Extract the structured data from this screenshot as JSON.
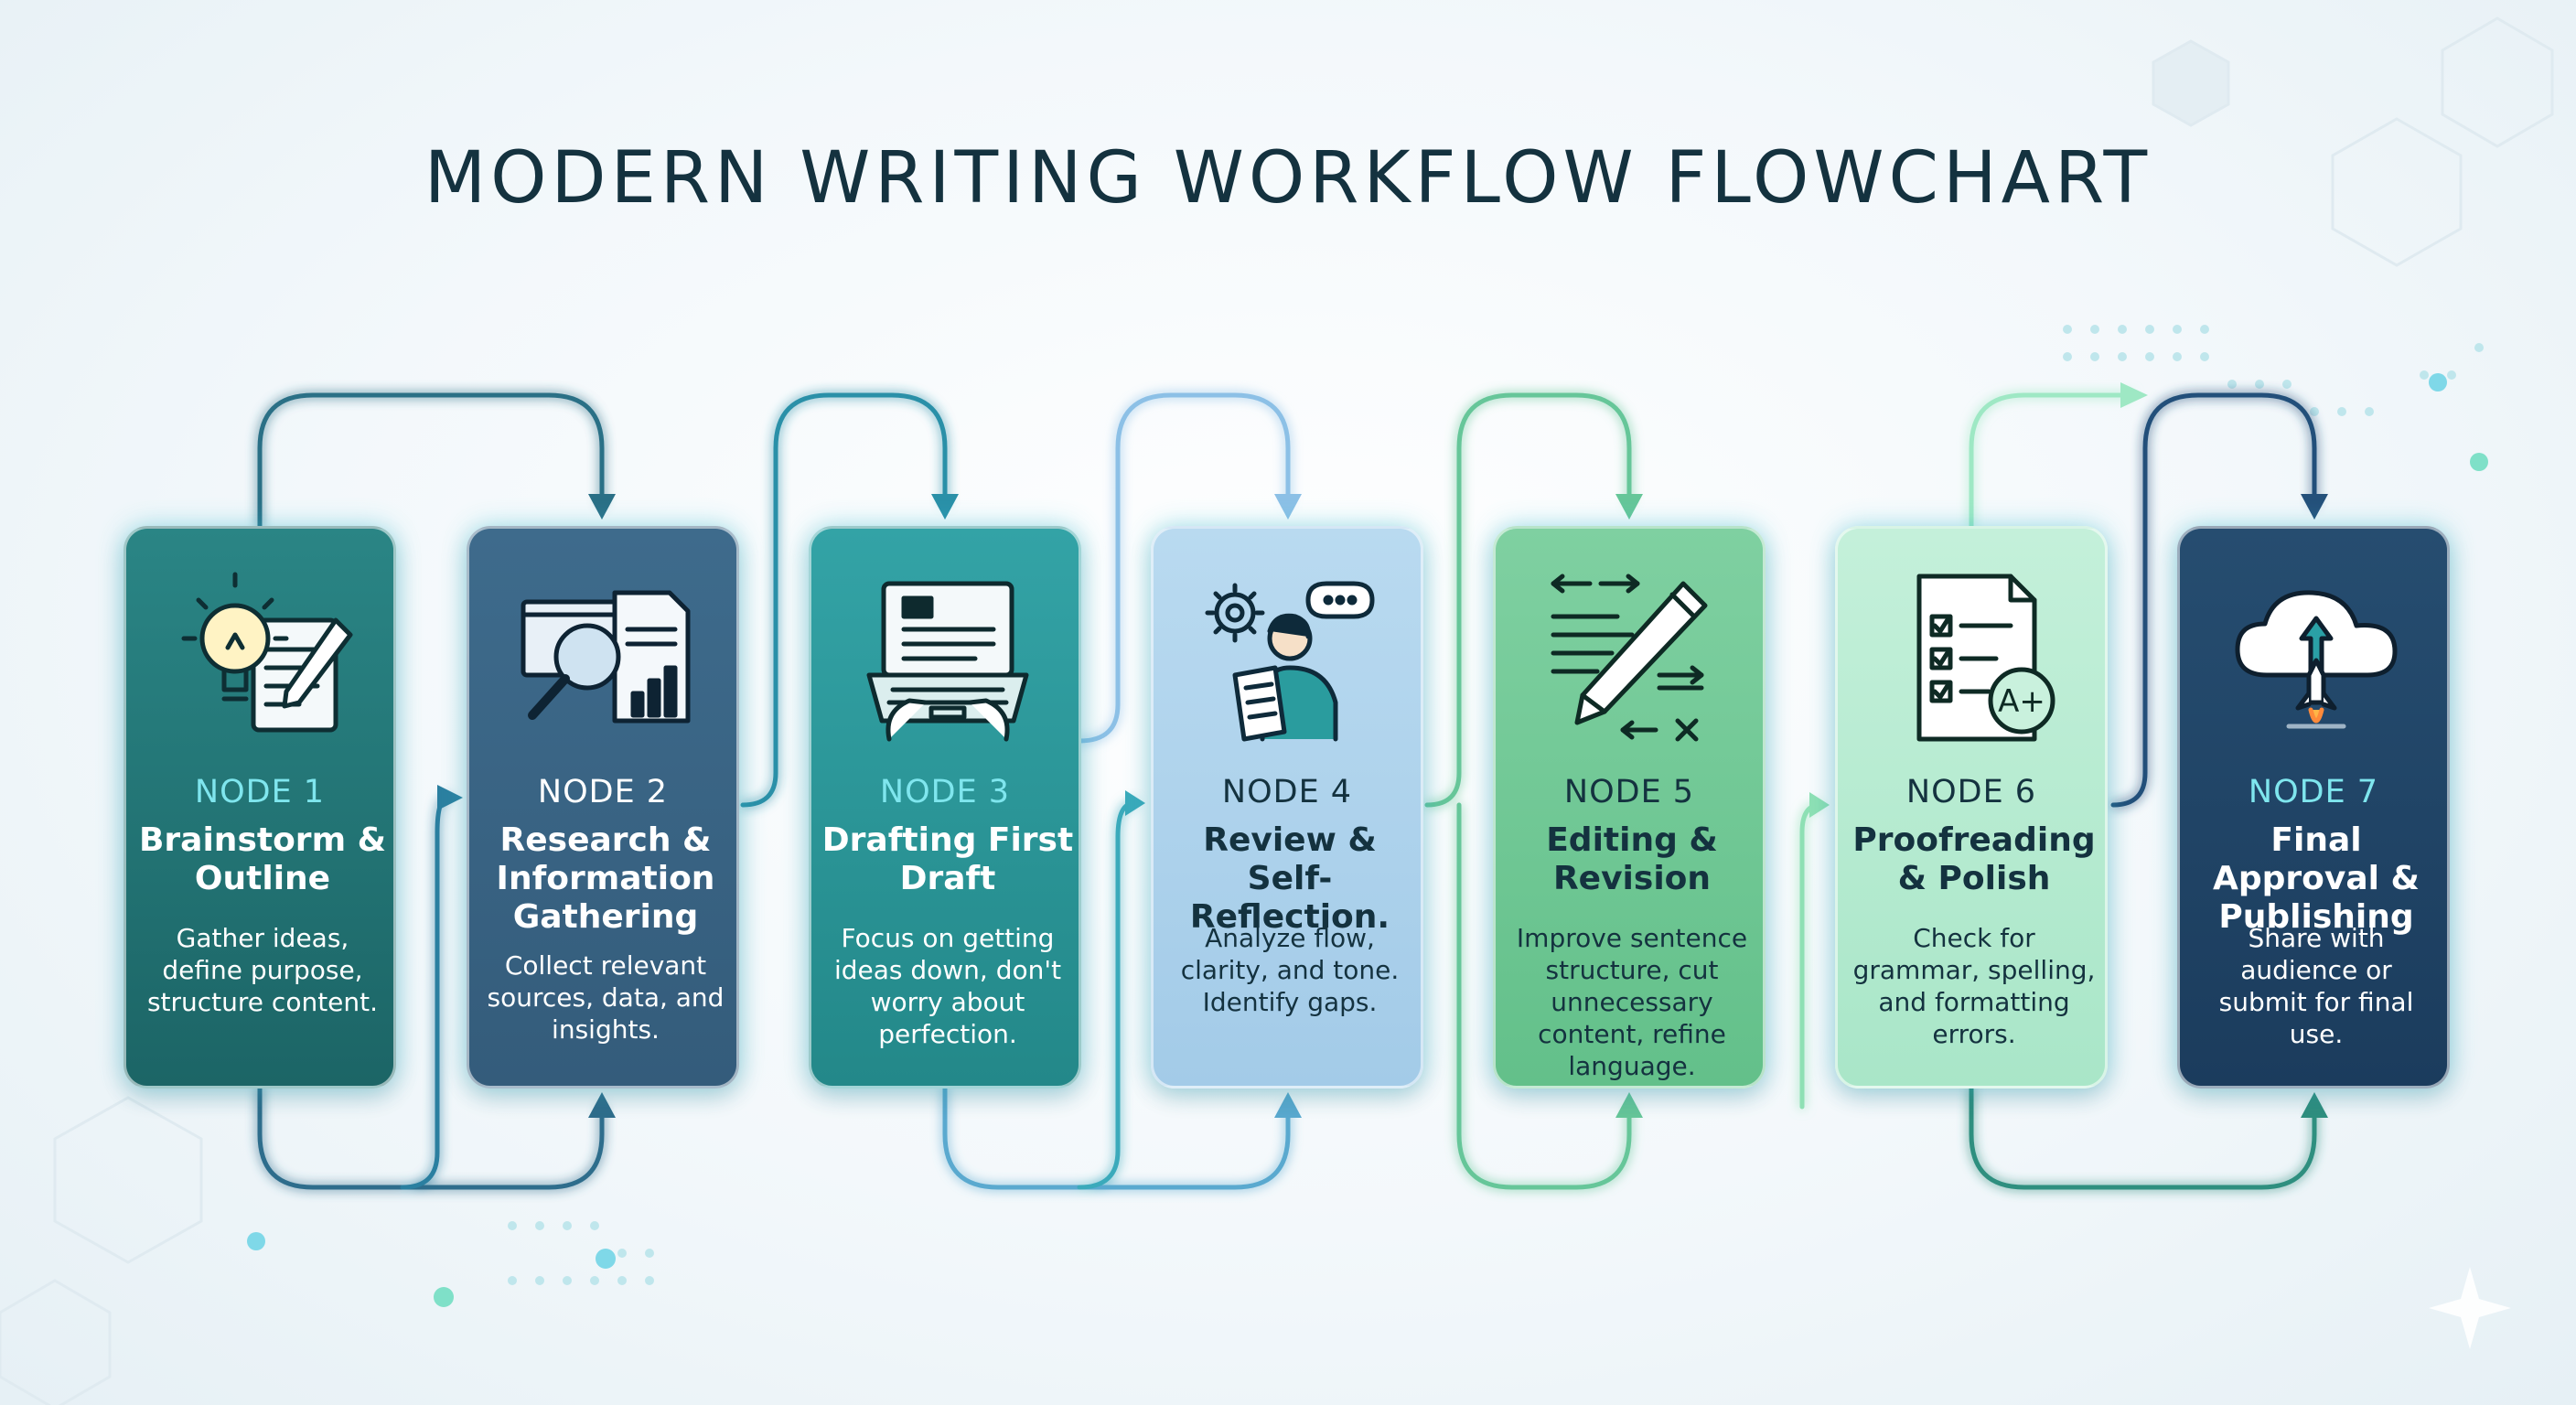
{
  "title": "MODERN WRITING WORKFLOW FLOWCHART",
  "nodes": [
    {
      "number": "NODE 1",
      "title": "Brainstorm & Outline",
      "description": "Gather ideas, define purpose, structure content.",
      "icon": "lightbulb-notepad-icon"
    },
    {
      "number": "NODE 2",
      "title": "Research & Information Gathering",
      "description": "Collect relevant sources, data, and insights.",
      "icon": "magnifier-documents-icon"
    },
    {
      "number": "NODE 3",
      "title": "Drafting First Draft",
      "description": "Focus on getting ideas down, don't worry about perfection.",
      "icon": "laptop-typing-icon"
    },
    {
      "number": "NODE 4",
      "title": "Review & Self-Reflection.",
      "description": "Analyze flow, clarity, and tone. Identify gaps.",
      "icon": "person-reading-icon"
    },
    {
      "number": "NODE 5",
      "title": "Editing & Revision",
      "description": "Improve sentence structure, cut unnecessary content, refine language.",
      "icon": "pencil-edit-icon"
    },
    {
      "number": "NODE 6",
      "title": "Proofreading & Polish",
      "description": "Check for grammar, spelling, and formatting errors.",
      "icon": "checklist-grade-icon"
    },
    {
      "number": "NODE 7",
      "title": "Final Approval & Publishing",
      "description": "Share with audience or submit for final use.",
      "icon": "cloud-rocket-icon"
    }
  ],
  "colors": {
    "title": "#14323f",
    "node_1": "#1f6e6f",
    "node_2": "#3a6686",
    "node_3": "#2a9698",
    "node_4": "#aed2ec",
    "node_5": "#6ec894",
    "node_6": "#b4eacf",
    "node_7": "#20446a",
    "node_number_accent": "#7fe6ee"
  }
}
